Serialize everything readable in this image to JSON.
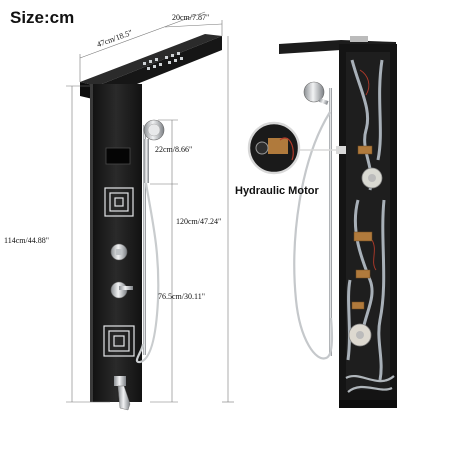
{
  "size_label": "Size:cm",
  "dimensions": {
    "depth": "47cm/18.5\"",
    "top_width": "20cm/7.87\"",
    "head_offset": "22cm/8.66\"",
    "panel_height": "114cm/44.88\"",
    "total_height": "120cm/47.24\"",
    "handheld_height": "76.5cm/30.11\""
  },
  "motor_label": "Hydraulic Motor",
  "colors": {
    "panel": "#1b1b1b",
    "chrome": "#d6d6d6",
    "pipe": "#9aa3ab",
    "brass": "#b07a3c"
  }
}
